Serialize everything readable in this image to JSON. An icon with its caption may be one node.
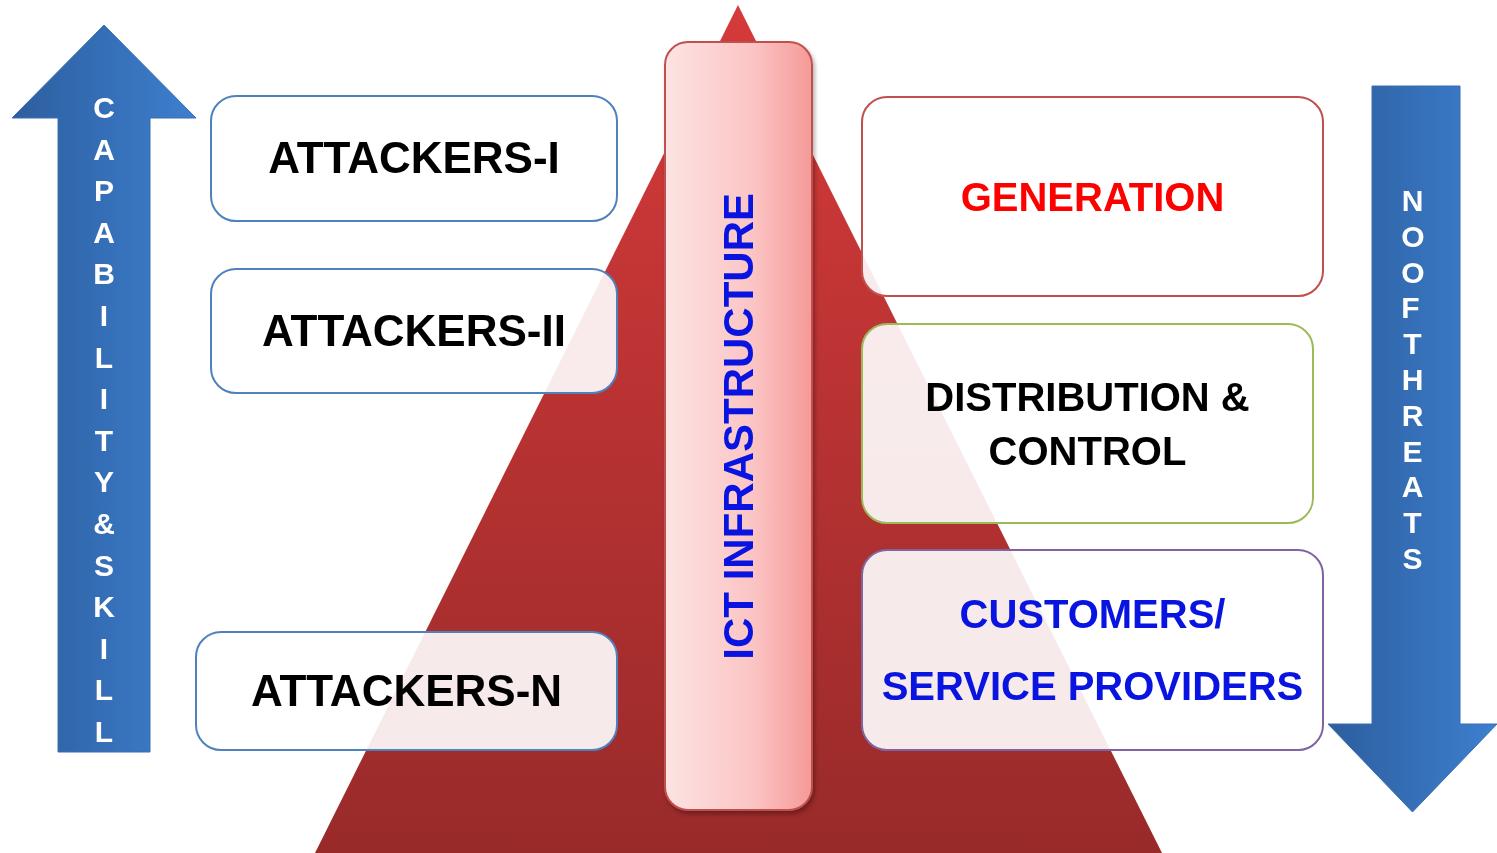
{
  "diagram": {
    "nodes": [
      {
        "text": [
          "CAPABILITY&SKILL"
        ]
      },
      {
        "text": [
          "ATTACKERS-I"
        ]
      },
      {
        "text": [
          "ATTACKERS-II"
        ]
      },
      {
        "text": [
          "ATTACKERS-N"
        ]
      },
      {
        "text": [
          "ICT INFRASTRUCTURE"
        ]
      },
      {
        "text": [
          "GENERATION"
        ]
      },
      {
        "text": [
          "DISTRIBUTION & CONTROL"
        ]
      },
      {
        "text": [
          "CUSTOMERS/ SERVICE PROVIDERS"
        ]
      },
      {
        "text": [
          "NO OF THREATS"
        ]
      }
    ]
  }
}
